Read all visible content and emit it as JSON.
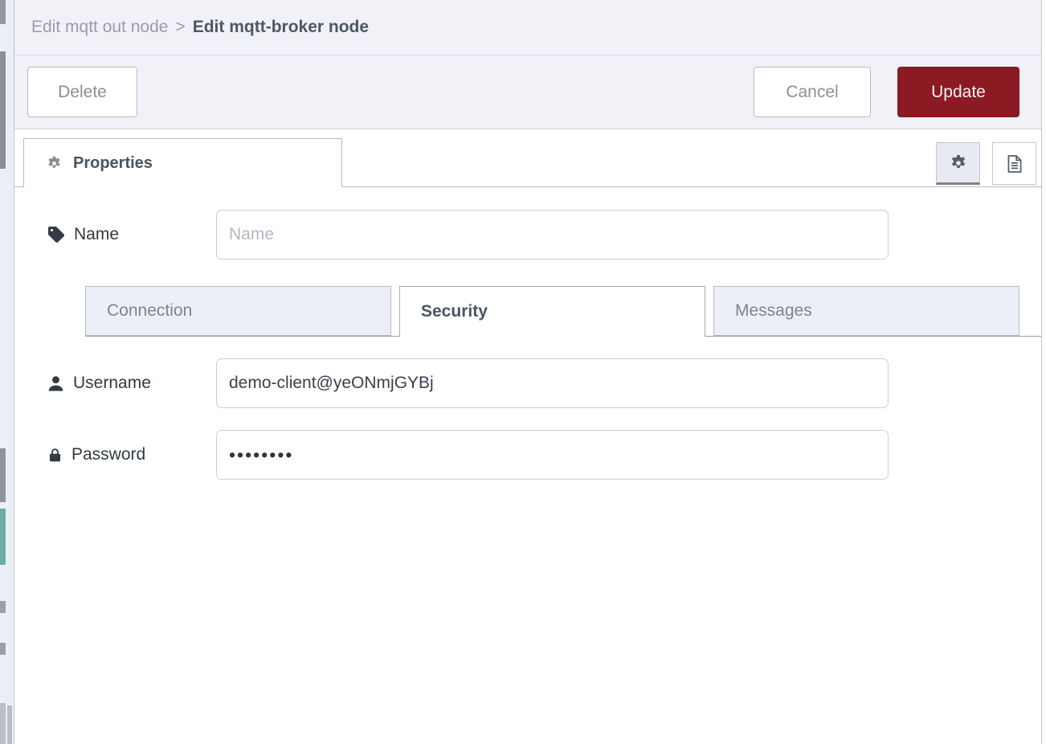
{
  "breadcrumb": {
    "parent": "Edit mqtt out node",
    "separator": ">",
    "current": "Edit mqtt-broker node"
  },
  "toolbar": {
    "delete_label": "Delete",
    "cancel_label": "Cancel",
    "update_label": "Update"
  },
  "editor_tabs": {
    "properties_label": "Properties"
  },
  "form": {
    "name": {
      "label": "Name",
      "placeholder": "Name",
      "value": "",
      "icon": "tag-icon"
    },
    "tabs": [
      {
        "label": "Connection",
        "active": false
      },
      {
        "label": "Security",
        "active": true
      },
      {
        "label": "Messages",
        "active": false
      }
    ],
    "username": {
      "label": "Username",
      "value": "demo-client@yeONmjGYBj",
      "icon": "user-icon"
    },
    "password": {
      "label": "Password",
      "value": "••••••••",
      "masked_char_count": 8,
      "icon": "lock-icon"
    }
  },
  "colors": {
    "accent_red": "#8c1a23",
    "tray_header_bg": "#f1f1f8",
    "active_tab_text": "#47555f",
    "inactive_tab_bg": "#edeff8",
    "palette_teal": "#6cada7"
  }
}
